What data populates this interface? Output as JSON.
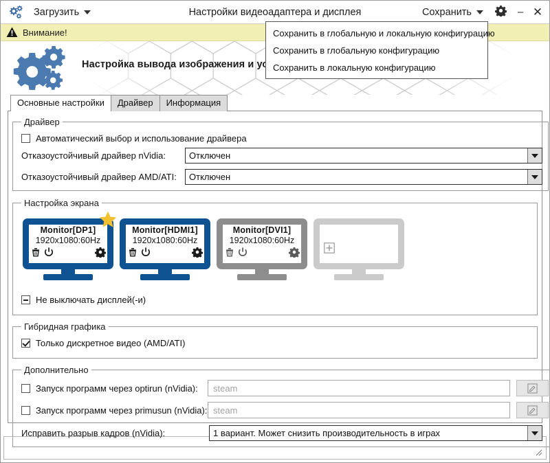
{
  "titlebar": {
    "app_icon": "gears-icon",
    "load_menu_label": "Загрузить",
    "title": "Настройки видеоадаптера и дисплея",
    "save_menu_label": "Сохранить",
    "settings_icon": "gear-icon",
    "minimize_label": "–",
    "close_label": "✕"
  },
  "save_menu": {
    "open": true,
    "items": [
      "Сохранить в глобальную и локальную конфигурацию",
      "Сохранить в глобальную конфигурацию",
      "Сохранить в локальную конфигурацию"
    ]
  },
  "warning": {
    "icon": "warning-triangle-icon",
    "text": "Внимание!"
  },
  "header": {
    "logo": "gears-logo",
    "title": "Настройка вывода изображения и установка драйвера видеокарты"
  },
  "tabs": [
    {
      "label": "Основные настройки",
      "active": true
    },
    {
      "label": "Драйвер",
      "active": false
    },
    {
      "label": "Информация",
      "active": false
    }
  ],
  "driver_group": {
    "legend": "Драйвер",
    "auto_checkbox": {
      "label": "Автоматический выбор и использование драйвера",
      "state": "unchecked"
    },
    "nvidia": {
      "label": "Отказоустойчивый драйвер nVidia:",
      "value": "Отключен"
    },
    "amd": {
      "label": "Отказоустойчивый драйвер AMD/ATI:",
      "value": "Отключен"
    }
  },
  "screen_group": {
    "legend": "Настройка экрана",
    "monitors": [
      {
        "name": "Monitor[DP1]",
        "resolution": "1920x1080:60Hz",
        "color": "#0f5291",
        "primary": true,
        "icons": [
          "trash-icon",
          "power-icon",
          "gear-icon"
        ]
      },
      {
        "name": "Monitor[HDMI1]",
        "resolution": "1920x1080:60Hz",
        "color": "#0f5291",
        "primary": false,
        "icons": [
          "trash-icon",
          "power-icon",
          "gear-icon"
        ]
      },
      {
        "name": "Monitor[DVI1]",
        "resolution": "1920x1080:60Hz",
        "color": "#8d8d8d",
        "primary": false,
        "icons": [
          "trash-icon",
          "power-icon",
          "gear-icon"
        ]
      }
    ],
    "add_monitor": {
      "icon": "plus-box-icon",
      "color": "#cbcbcb"
    },
    "no_turnoff_checkbox": {
      "label": "Не выключать дисплей(-и)",
      "state": "indeterminate"
    }
  },
  "hybrid_group": {
    "legend": "Гибридная графика",
    "discrete_checkbox": {
      "label": "Только дискретное видео (AMD/ATI)",
      "state": "checked"
    }
  },
  "additional_group": {
    "legend": "Дополнительно",
    "optirun": {
      "label": "Запуск программ через optirun (nVidia):",
      "state": "unchecked",
      "placeholder": "steam",
      "value": "",
      "edit_icon": "edit-pencil-icon"
    },
    "primusrun": {
      "label": "Запуск программ через primusun (nVidia):",
      "state": "unchecked",
      "placeholder": "steam",
      "value": "",
      "edit_icon": "edit-pencil-icon"
    },
    "tearing": {
      "label": "Исправить разрыв кадров (nVidia):",
      "value": "1 вариант. Может снизить производительность в играх"
    }
  },
  "colors": {
    "accent_blue": "#0f5291",
    "logo_blue": "#4a7ab0",
    "warning_yellow": "#f1efb3",
    "star_yellow": "#f0c030",
    "gray_monitor": "#8d8d8d",
    "placeholder_monitor": "#cbcbcb"
  },
  "statusbar": {
    "text": ""
  }
}
